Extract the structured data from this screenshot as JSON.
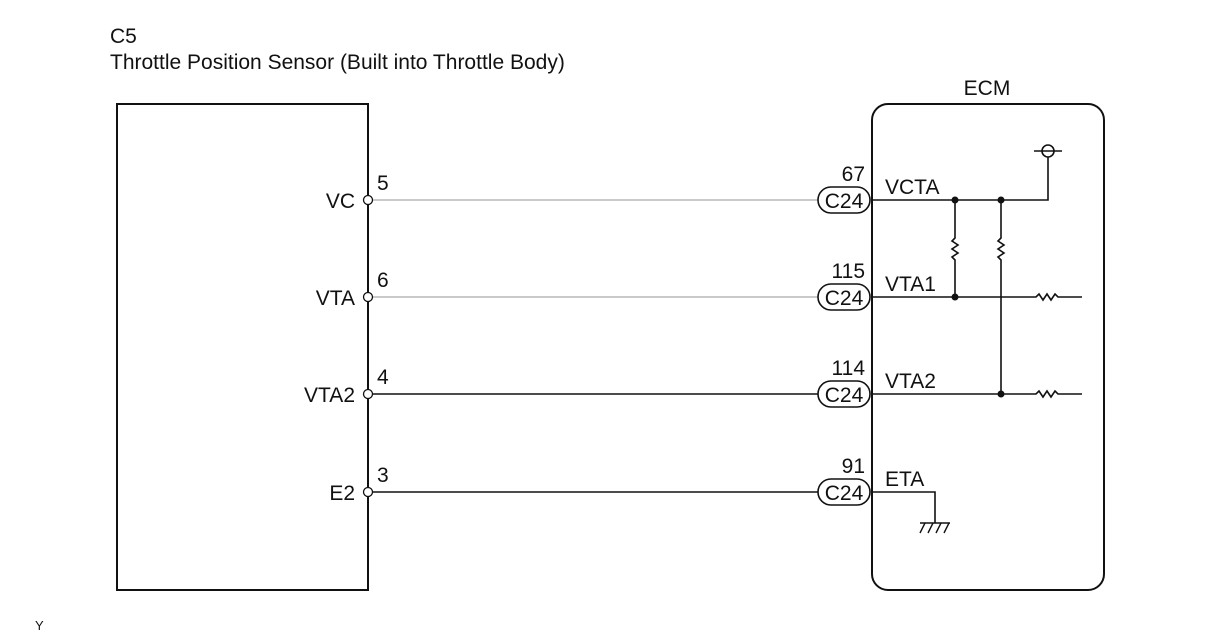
{
  "sensor": {
    "connector_code": "C5",
    "name": "Throttle Position Sensor (Built into Throttle Body)",
    "pins": [
      {
        "signal": "VC",
        "number": "5"
      },
      {
        "signal": "VTA",
        "number": "6"
      },
      {
        "signal": "VTA2",
        "number": "4"
      },
      {
        "signal": "E2",
        "number": "3"
      }
    ]
  },
  "ecm": {
    "title": "ECM",
    "connectors": [
      {
        "code": "C24",
        "pin": "67",
        "terminal": "VCTA"
      },
      {
        "code": "C24",
        "pin": "115",
        "terminal": "VTA1"
      },
      {
        "code": "C24",
        "pin": "114",
        "terminal": "VTA2"
      },
      {
        "code": "C24",
        "pin": "91",
        "terminal": "ETA"
      }
    ]
  },
  "wire_colors": [
    "#b9b9b9",
    "#b9b9b9",
    "#111111",
    "#111111"
  ],
  "footer_mark": "Y"
}
